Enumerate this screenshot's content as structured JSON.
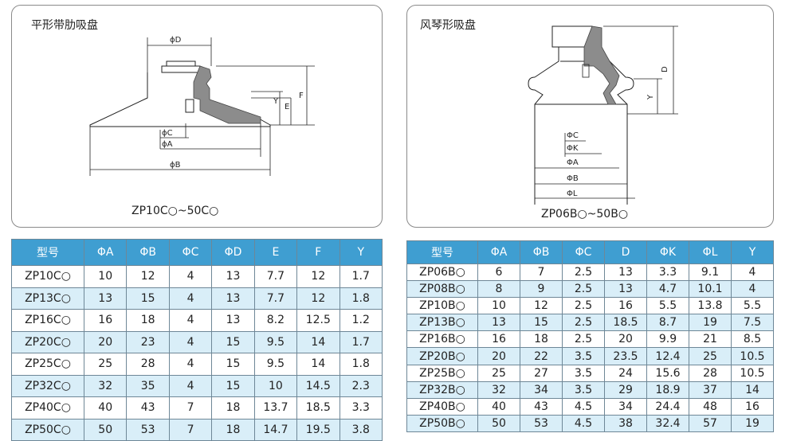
{
  "left_panel": {
    "title": "平形带肋吸盘",
    "caption": "ZP10C○~50C○",
    "labels": {
      "phi_d": "ϕD",
      "phi_c": "ϕC",
      "phi_a": "ϕA",
      "phi_b": "ϕB",
      "y": "Y",
      "e": "E",
      "f": "F"
    }
  },
  "right_panel": {
    "title": "风琴形吸盘",
    "caption": "ZP06B○~50B○",
    "labels": {
      "phi_c": "ΦC",
      "phi_k": "ΦK",
      "phi_a": "ΦA",
      "phi_b": "ΦB",
      "phi_l": "ΦL",
      "d": "D",
      "y": "Y"
    }
  },
  "left_table": {
    "headers": [
      "型号",
      "ΦA",
      "ΦB",
      "ΦC",
      "ΦD",
      "E",
      "F",
      "Y"
    ],
    "rows": [
      [
        "ZP10C○",
        "10",
        "12",
        "4",
        "13",
        "7.7",
        "12",
        "1.7"
      ],
      [
        "ZP13C○",
        "13",
        "15",
        "4",
        "13",
        "7.7",
        "12",
        "1.8"
      ],
      [
        "ZP16C○",
        "16",
        "18",
        "4",
        "13",
        "8.2",
        "12.5",
        "1.2"
      ],
      [
        "ZP20C○",
        "20",
        "23",
        "4",
        "15",
        "9.5",
        "14",
        "1.7"
      ],
      [
        "ZP25C○",
        "25",
        "28",
        "4",
        "15",
        "9.5",
        "14",
        "1.8"
      ],
      [
        "ZP32C○",
        "32",
        "35",
        "4",
        "15",
        "10",
        "14.5",
        "2.3"
      ],
      [
        "ZP40C○",
        "40",
        "43",
        "7",
        "18",
        "13.7",
        "18.5",
        "3.3"
      ],
      [
        "ZP50C○",
        "50",
        "53",
        "7",
        "18",
        "14.7",
        "19.5",
        "3.8"
      ]
    ]
  },
  "right_table": {
    "headers": [
      "型号",
      "ΦA",
      "ΦB",
      "ΦC",
      "D",
      "ΦK",
      "ΦL",
      "Y"
    ],
    "rows": [
      [
        "ZP06B○",
        "6",
        "7",
        "2.5",
        "13",
        "3.3",
        "9.1",
        "4"
      ],
      [
        "ZP08B○",
        "8",
        "9",
        "2.5",
        "13",
        "4.7",
        "10.1",
        "4"
      ],
      [
        "ZP10B○",
        "10",
        "12",
        "2.5",
        "16",
        "5.5",
        "13.8",
        "5.5"
      ],
      [
        "ZP13B○",
        "13",
        "15",
        "2.5",
        "18.5",
        "8.7",
        "19",
        "7.5"
      ],
      [
        "ZP16B○",
        "16",
        "18",
        "2.5",
        "20",
        "9.9",
        "21",
        "8.5"
      ],
      [
        "ZP20B○",
        "20",
        "22",
        "3.5",
        "23.5",
        "12.4",
        "25",
        "10.5"
      ],
      [
        "ZP25B○",
        "25",
        "27",
        "3.5",
        "24",
        "15.6",
        "28",
        "10.5"
      ],
      [
        "ZP32B○",
        "32",
        "34",
        "3.5",
        "29",
        "18.9",
        "37",
        "14"
      ],
      [
        "ZP40B○",
        "40",
        "43",
        "4.5",
        "34",
        "24.4",
        "48",
        "16"
      ],
      [
        "ZP50B○",
        "50",
        "53",
        "4.5",
        "38",
        "32.4",
        "57",
        "19"
      ]
    ]
  },
  "colors": {
    "header_bg": "#3f9ed1",
    "row_alt_bg": "#d9eef8",
    "rubber": "#8c8c8c"
  }
}
